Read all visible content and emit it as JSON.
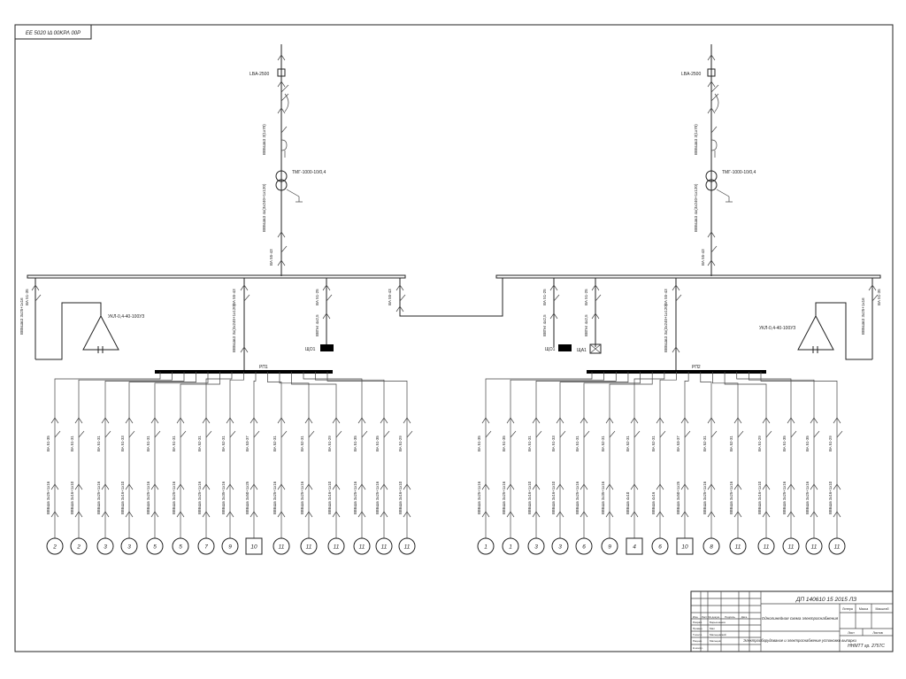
{
  "stamp": {
    "corner_text": "ΕΕ 5020 ΙΔ 00ΚΡΛ 00Ρ"
  },
  "left": {
    "incomer_breaker": "LBA-2500",
    "cable_upper": "ВВБШвЗ 3(1х70)",
    "transformer": "ТМГ-1000-10/0,4",
    "cable_lower": "ВВБШвЗ 4х(3х240+1х120)",
    "main_breaker": "ВА 55-43",
    "bank": "УКЛ-0,4-40-100УЗ",
    "bank_feeder_cable": "ВВБШвЗ 3х25+1х16",
    "bank_feeder_breaker": "ВА 51-35",
    "rp_feeder_breaker": "ВА 55-43",
    "rp_feeder_cable": "ВВБШвЗ 3х(3х240+1х120)",
    "shch_breaker": "ВА 51-25",
    "shch_cable": "ВВГнг 4х2,5",
    "shch_label": "ЩО1",
    "tie_breaker": "ВА 55-43",
    "rp_label": "РП1",
    "motor_numbers": [
      "2",
      "2",
      "3",
      "3",
      "5",
      "5",
      "7",
      "9",
      "10",
      "11",
      "11",
      "11",
      "11",
      "11",
      "11"
    ],
    "square_index": 8,
    "feeder_breakers": [
      "ВА 51-35",
      "ВА 51-31",
      "ВА 51-31",
      "ВА 51-33",
      "ВА 51-31",
      "ВА 51-31",
      "ВА 52-31",
      "ВА 52-31",
      "ВА 53-37",
      "ВА 52-31",
      "ВА 52-31",
      "ВА 51-29",
      "ВА 51-35",
      "ВА 51-35",
      "ВА 51-29"
    ],
    "feeder_cables": [
      "ВВБШв 3х25+1х16",
      "ВВБШв 3х16+1х10",
      "ВВБШв 3х25+1х16",
      "ВВБШв 3х16+1х10",
      "ВВБШв 3х25+1х16",
      "ВВБШв 3х25+1х16",
      "ВВБШв 3х25+1х16",
      "ВВБШв 3х35+1х16",
      "ВВБШв 3х50+1х25",
      "ВВБШв 3х25+1х16",
      "ВВБШв 3х25+1х16",
      "ВВБШв 3х16+1х10",
      "ВВБШв 3х25+1х16",
      "ВВБШв 3х25+1х16",
      "ВВБШв 3х16+1х10"
    ]
  },
  "right": {
    "incomer_breaker": "LBA-2500",
    "cable_upper": "ВВБШвЗ 3(1х70)",
    "transformer": "ТМГ-1000-10/0,4",
    "cable_lower": "ВВБШвЗ 4х(3х240+1х120)",
    "main_breaker": "ВА 55-43",
    "bank": "УКЛ-0,4-40-100УЗ",
    "bank_feeder_cable": "ВВБШвЗ 3х25+1х16",
    "bank_feeder_breaker": "ВА 51-35",
    "rp_feeder_breaker": "ВА 55-43",
    "rp_feeder_cable": "ВВБШвЗ 3х(3х240+1х120)",
    "shch_breaker": "ВА 51-25",
    "shch_cable": "ВВГнг 4х2,5",
    "shch_label": "ЩО1",
    "sha_breaker": "ВА 51-25",
    "sha_cable": "ВВГнг 4х2,5",
    "sha_label": "ЩА1",
    "rp_label": "РП2",
    "motor_numbers": [
      "1",
      "1",
      "3",
      "3",
      "6",
      "9",
      "4",
      "6",
      "10",
      "8",
      "11",
      "11",
      "11",
      "11",
      "11"
    ],
    "square_indices": [
      6,
      8
    ],
    "feeder_breakers": [
      "ВА 51-35",
      "ВА 51-35",
      "ВА 51-31",
      "ВА 51-33",
      "ВА 51-31",
      "ВА 52-31",
      "ВА 52-31",
      "ВА 52-31",
      "ВА 53-37",
      "ВА 52-31",
      "ВА 52-31",
      "ВА 51-29",
      "ВА 51-35",
      "ВА 51-35",
      "ВА 51-29"
    ],
    "feeder_cables": [
      "ВВБШв 3х25+1х16",
      "ВВБШв 3х25+1х16",
      "ВВБШв 3х16+1х10",
      "ВВБШв 3х16+1х10",
      "ВВБШв 3х25+1х16",
      "ВВБШв 3х35+1х16",
      "ВВБШв 4х10",
      "ВВБШв 4х16",
      "ВВБШв 3х50+1х25",
      "ВВБШв 3х25+1х16",
      "ВВБШв 3х25+1х16",
      "ВВБШв 3х16+1х10",
      "ВВБШв 3х25+1х16",
      "ВВБШв 3х25+1х16",
      "ВВБШв 3х16+1х10"
    ]
  },
  "title_block": {
    "designation": "ДП 140610 15 2015 ЛЗ",
    "sheet_title": "Однолинейная схема электроснабжения",
    "project_title": "Электрооборудование и электроснабжение установки выпарки",
    "org": "ННМТТ гр. 2757С",
    "stage_hdr": "Литера",
    "mass_hdr": "Масса",
    "scale_hdr": "Масштаб",
    "sheet_hdr": "Лист",
    "sheets_hdr": "Листов",
    "col_headers": [
      "Изм.",
      "Лист",
      "№ докум.",
      "Подпись",
      "Дата"
    ],
    "roles": [
      "Разраб.",
      "Провер.",
      "Т.контр.",
      "Реценз.",
      "Н.контр.",
      "Утверд."
    ],
    "names": [
      "Барышников",
      "Мал",
      "Мальцевский",
      "Мальцев",
      "",
      ""
    ]
  }
}
